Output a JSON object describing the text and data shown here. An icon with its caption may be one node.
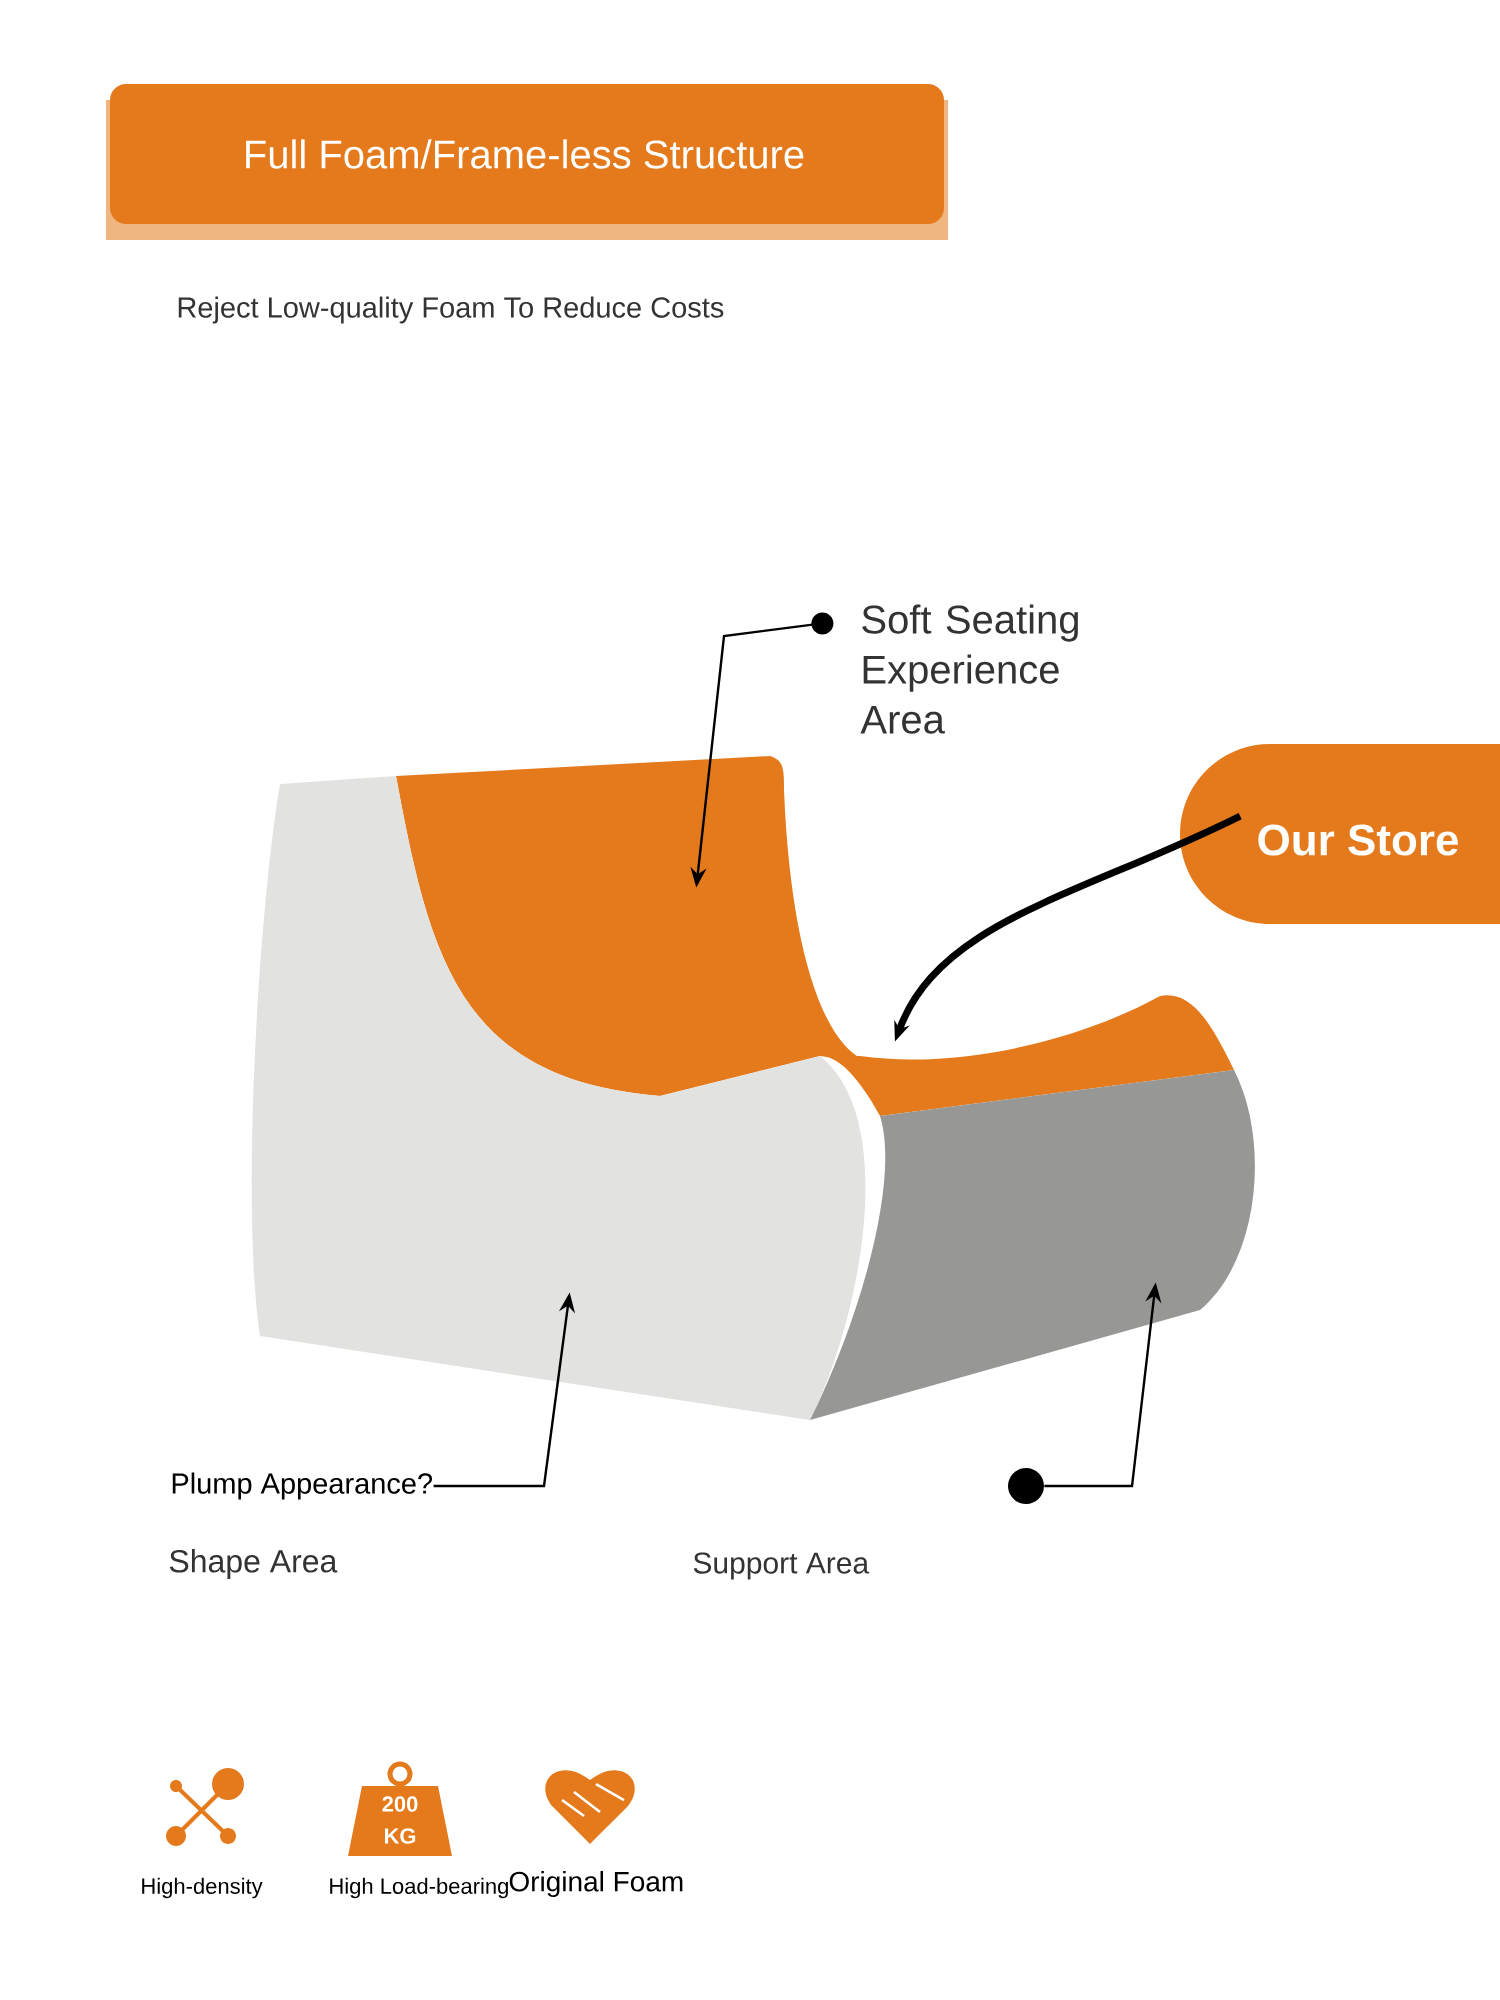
{
  "diagram": {
    "title": "Full Foam/Frame-less Structure",
    "nodes": [
      {
        "text": [
          "Soft Seating Experience Area"
        ]
      },
      {
        "text": [],
        "shape": "picture"
      },
      {
        "text": [
          "Our Store"
        ]
      },
      {
        "text": [],
        "shape": "picture"
      },
      {
        "text": [
          "Plump Appearance?"
        ]
      },
      {
        "text": [],
        "shape": "picture"
      },
      {
        "text": [],
        "shape": "circle"
      },
      {
        "text": [],
        "shape": "picture"
      }
    ],
    "edges": [
      {
        "from": 0,
        "to": 1,
        "arrow": "to"
      },
      {
        "from": 2,
        "to": 3,
        "arrow": "to",
        "style": "thick"
      },
      {
        "from": 4,
        "to": 5,
        "arrow": "to"
      },
      {
        "from": 6,
        "to": 7,
        "arrow": "to"
      }
    ],
    "labels": [
      "Reject Low-quality Foam To Reduce Costs",
      "Shape Area",
      "Support Area",
      "200",
      "KG",
      "High-density",
      "High Load-bearing",
      "Original Foam"
    ]
  }
}
